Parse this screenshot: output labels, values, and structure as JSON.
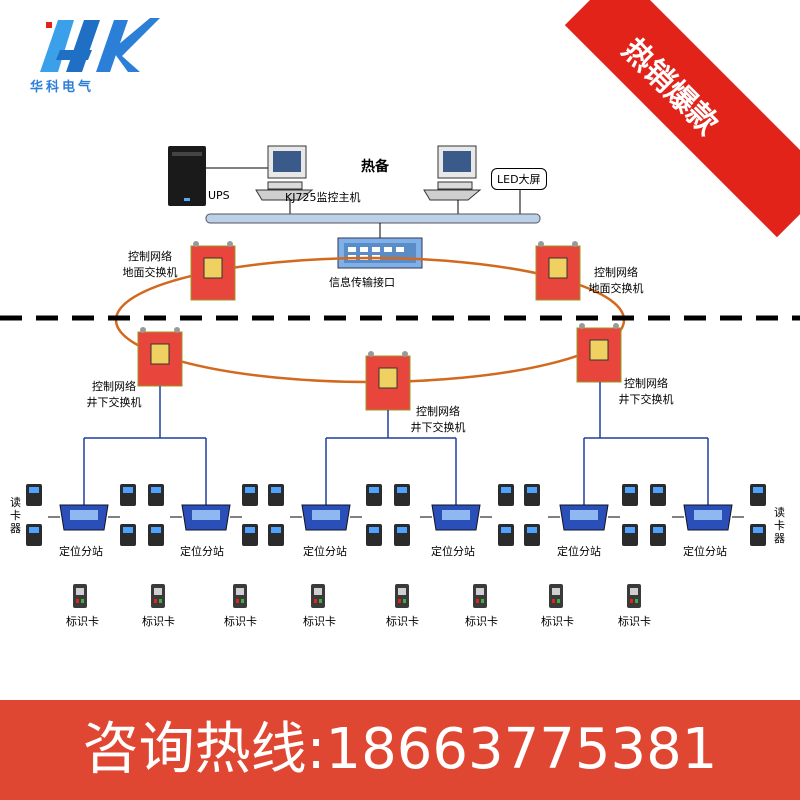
{
  "brand": {
    "logo_name": "华科电气",
    "colors": {
      "logo_blue": "#2b7fd6",
      "ribbon": "#e2231a",
      "banner": "#e04732"
    }
  },
  "ribbon": {
    "text": "热销爆款"
  },
  "diagram": {
    "title": "热备",
    "ups_label": "UPS",
    "host_label": "KJ725监控主机",
    "led_label": "LED大屏",
    "interface_label": "信息传输接口",
    "surface_switch_label_1": "控制网络",
    "surface_switch_label_2": "地面交换机",
    "underground_switch_label_1": "控制网络",
    "underground_switch_label_2": "井下交换机",
    "station_label": "定位分站",
    "reader_label": "读卡器",
    "card_label": "标识卡"
  },
  "banner": {
    "text": "咨询热线:18663775381"
  }
}
